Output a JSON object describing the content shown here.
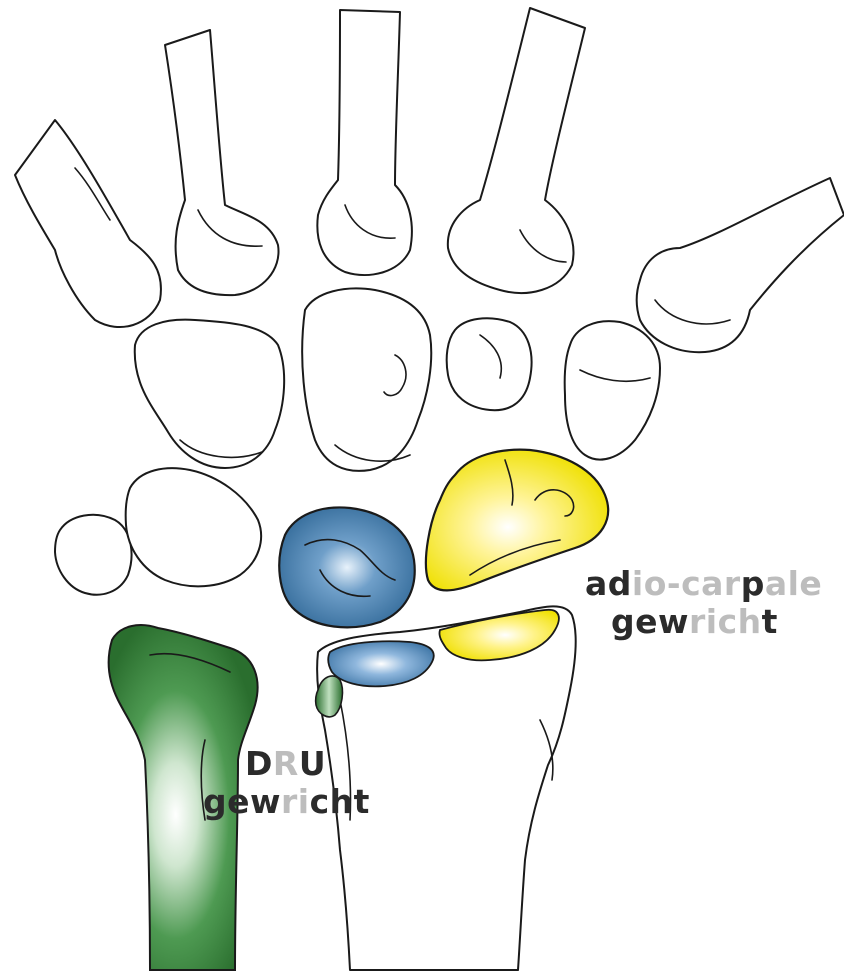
{
  "labels": {
    "radiocarpal": {
      "line1": [
        "ad",
        "io-car",
        "p",
        "ale"
      ],
      "line2": [
        "gew",
        "ri",
        "c",
        "h",
        "t"
      ]
    },
    "dru": {
      "line1": [
        "D",
        "R",
        "U"
      ],
      "line2": [
        "gew",
        "ri",
        "cht"
      ]
    }
  },
  "colors": {
    "outline": "#1a1a1a",
    "ulna_green": "#2e7d32",
    "lunate_blue": "#3f79a8",
    "scaphoid_yellow": "#f2e600",
    "faded_text": "#bdbdbd",
    "dark_text": "#2b2b2b"
  }
}
